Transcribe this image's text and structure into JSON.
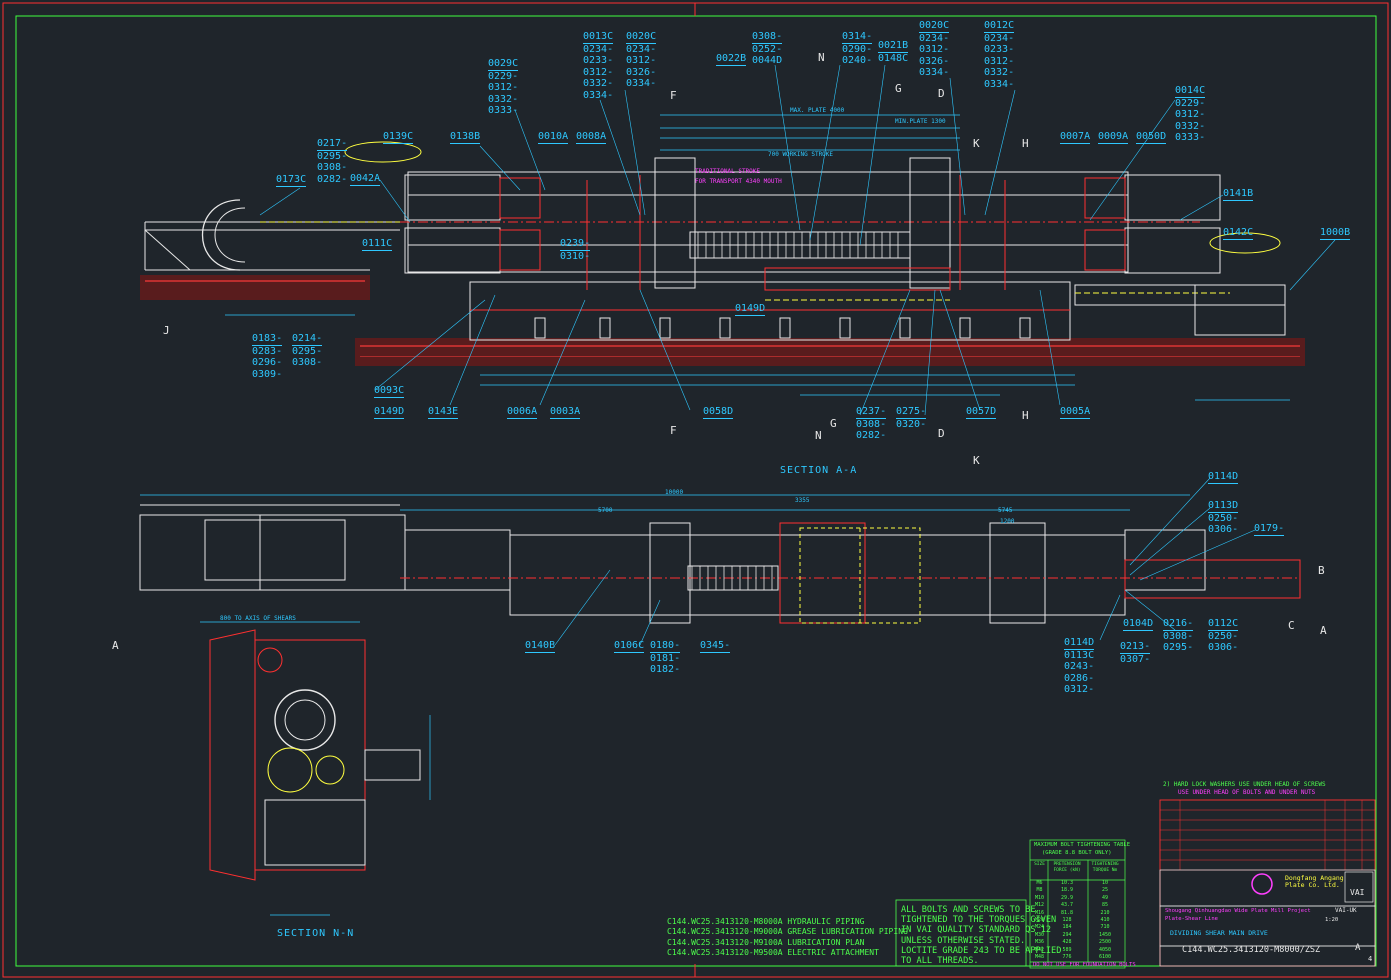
{
  "drawing": {
    "number": "C144.WC25.3413120-M8000/ZSZ",
    "section_aa": "SECTION A-A",
    "section_nn": "SECTION N-N",
    "view_labels": {
      "a": "A",
      "b": "B",
      "c": "C",
      "d": "D",
      "f": "F",
      "g": "G",
      "h": "H",
      "j": "J",
      "k": "K",
      "n": "N"
    },
    "dim_to_axis": "800 TO AXIS OF SHEARS",
    "dims": {
      "max_plate": "MAX. PLATE 4000",
      "min_plate": "MIN.PLATE 1300",
      "stroke_a": "TRADITIONAL STROKE",
      "stroke_b": "FOR TRANSPORT 4340 MOUTH",
      "working": "700 WORKING STROKE",
      "overall": "10000",
      "d1": "5700",
      "d2": "5745",
      "d3": "3355",
      "d4": "1200"
    }
  },
  "callouts": [
    {
      "id": "c1",
      "lines": [
        "0217-",
        "0295-",
        "0308-",
        "0282-"
      ]
    },
    {
      "id": "c2",
      "lines": [
        "0139C"
      ]
    },
    {
      "id": "c3",
      "lines": [
        "0173C"
      ]
    },
    {
      "id": "c4",
      "lines": [
        "0042A"
      ]
    },
    {
      "id": "c5",
      "lines": [
        "0138B"
      ]
    },
    {
      "id": "c6",
      "lines": [
        "0029C",
        "0229-",
        "0312-",
        "0332-",
        "0333-"
      ]
    },
    {
      "id": "c7",
      "lines": [
        "0013C",
        "0234-",
        "0233-",
        "0312-",
        "0332-",
        "0334-"
      ]
    },
    {
      "id": "c8",
      "lines": [
        "0020C",
        "0234-",
        "0312-",
        "0326-",
        "0334-"
      ]
    },
    {
      "id": "c9",
      "lines": [
        "0010A"
      ]
    },
    {
      "id": "c10",
      "lines": [
        "0008A"
      ]
    },
    {
      "id": "c11",
      "lines": [
        "0022B"
      ]
    },
    {
      "id": "c12",
      "lines": [
        "0308-",
        "0252-",
        "0044D"
      ]
    },
    {
      "id": "c13",
      "lines": [
        "0314-",
        "0290-",
        "0240-"
      ]
    },
    {
      "id": "c14",
      "lines": [
        "0021B",
        "0148C"
      ]
    },
    {
      "id": "c15",
      "lines": [
        "0020C",
        "0234-",
        "0312-",
        "0326-",
        "0334-"
      ]
    },
    {
      "id": "c16",
      "lines": [
        "0012C",
        "0234-",
        "0233-",
        "0312-",
        "0332-",
        "0334-"
      ]
    },
    {
      "id": "c17",
      "lines": [
        "0014C",
        "0229-",
        "0312-",
        "0332-",
        "0333-"
      ]
    },
    {
      "id": "c18",
      "lines": [
        "0007A"
      ]
    },
    {
      "id": "c19",
      "lines": [
        "0009A"
      ]
    },
    {
      "id": "c20",
      "lines": [
        "0050D"
      ]
    },
    {
      "id": "c21",
      "lines": [
        "0141B"
      ]
    },
    {
      "id": "c22",
      "lines": [
        "0142C"
      ]
    },
    {
      "id": "c23",
      "lines": [
        "1000B"
      ]
    },
    {
      "id": "c24",
      "lines": [
        "0111C"
      ]
    },
    {
      "id": "c25",
      "lines": [
        "0239-",
        "0310-"
      ]
    },
    {
      "id": "c26",
      "lines": [
        "0183-",
        "0283-",
        "0296-",
        "0309-"
      ]
    },
    {
      "id": "c27",
      "lines": [
        "0214-",
        "0295-",
        "0308-"
      ]
    },
    {
      "id": "c28",
      "lines": [
        "0149D"
      ]
    },
    {
      "id": "c29",
      "lines": [
        "0093C"
      ]
    },
    {
      "id": "c30",
      "lines": [
        "0149D"
      ]
    },
    {
      "id": "c31",
      "lines": [
        "0143E"
      ]
    },
    {
      "id": "c32",
      "lines": [
        "0006A"
      ]
    },
    {
      "id": "c33",
      "lines": [
        "0003A"
      ]
    },
    {
      "id": "c34",
      "lines": [
        "0058D"
      ]
    },
    {
      "id": "c35",
      "lines": [
        "0237-",
        "0308-",
        "0282-"
      ]
    },
    {
      "id": "c36",
      "lines": [
        "0275-",
        "0320-"
      ]
    },
    {
      "id": "c37",
      "lines": [
        "0057D"
      ]
    },
    {
      "id": "c38",
      "lines": [
        "0005A"
      ]
    },
    {
      "id": "c39",
      "lines": [
        "0114D"
      ]
    },
    {
      "id": "c40",
      "lines": [
        "0113D",
        "0250-",
        "0306-"
      ]
    },
    {
      "id": "c41",
      "lines": [
        "0179-"
      ]
    },
    {
      "id": "c42",
      "lines": [
        "0140B"
      ]
    },
    {
      "id": "c43",
      "lines": [
        "0106C"
      ]
    },
    {
      "id": "c44",
      "lines": [
        "0180-",
        "0181-",
        "0182-"
      ]
    },
    {
      "id": "c45",
      "lines": [
        "0345-"
      ]
    },
    {
      "id": "c46",
      "lines": [
        "0104D"
      ]
    },
    {
      "id": "c47",
      "lines": [
        "0216-",
        "0308-",
        "0295-"
      ]
    },
    {
      "id": "c48",
      "lines": [
        "0112C",
        "0250-",
        "0306-"
      ]
    },
    {
      "id": "c49",
      "lines": [
        "0114D",
        "0113C",
        "0243-",
        "0286-",
        "0312-"
      ]
    },
    {
      "id": "c50",
      "lines": [
        "0213-",
        "0307-"
      ]
    }
  ],
  "references": [
    "C144.WC25.3413120-M8000A  HYDRAULIC PIPING",
    "C144.WC25.3413120-M9000A  GREASE LUBRICATION PIPING",
    "C144.WC25.3413120-M9100A  LUBRICATION PLAN",
    "C144.WC25.3413120-M9500A  ELECTRIC ATTACHMENT"
  ],
  "bolt_note": [
    "ALL BOLTS AND SCREWS TO BE",
    "TIGHTENED TO THE TORQUES GIVEN",
    "IN VAI QUALITY STANDARD QS 12",
    "UNLESS OTHERWISE STATED.",
    "LOCTITE GRADE 243 TO BE APPLIED",
    "TO ALL THREADS."
  ],
  "torque_table": {
    "title": "MAXIMUM BOLT TIGHTENING TABLE",
    "subtitle": "(GRADE 8.8 BOLT ONLY)",
    "headers": [
      "SIZE",
      "PRETENSION FORCE (kN)",
      "TIGHTENING TORQUE Nm"
    ],
    "rows": [
      [
        "M6",
        "10.3",
        "10"
      ],
      [
        "M8",
        "18.9",
        "25"
      ],
      [
        "M10",
        "29.9",
        "49"
      ],
      [
        "M12",
        "43.7",
        "85"
      ],
      [
        "M16",
        "81.8",
        "210"
      ],
      [
        "M20",
        "128",
        "410"
      ],
      [
        "M24",
        "184",
        "710"
      ],
      [
        "M30",
        "294",
        "1450"
      ],
      [
        "M36",
        "428",
        "2500"
      ],
      [
        "M42",
        "589",
        "4050"
      ],
      [
        "M48",
        "776",
        "6100"
      ]
    ],
    "footer": "DO NOT USE FOR FOUNDATION BOLTS"
  },
  "title_block": {
    "notice": "2) HARD LOCK WASHERS USE UNDER HEAD OF SCREWS",
    "notice2": "USE UNDER HEAD OF BOLTS AND UNDER NUTS",
    "company": "Dongfang Angang Plate Co. Ltd.",
    "project": "Shougang Qinhuangdao Wide Plate Mill Project",
    "line": "Plate-Shear Line",
    "title": "DIVIDING SHEAR MAIN DRIVE",
    "logo": "VAI",
    "customer": "VAI-UK",
    "scale": "1:20",
    "sheet": "A",
    "rev": "4"
  },
  "colors": {
    "bg": "#1f252b",
    "cyan": "#2ec8ff",
    "red": "#ff2020",
    "white": "#e8e8e8",
    "magenta": "#ff40ff",
    "yellow": "#ffff40",
    "green": "#4dff4d",
    "border": "#3fff3f"
  }
}
